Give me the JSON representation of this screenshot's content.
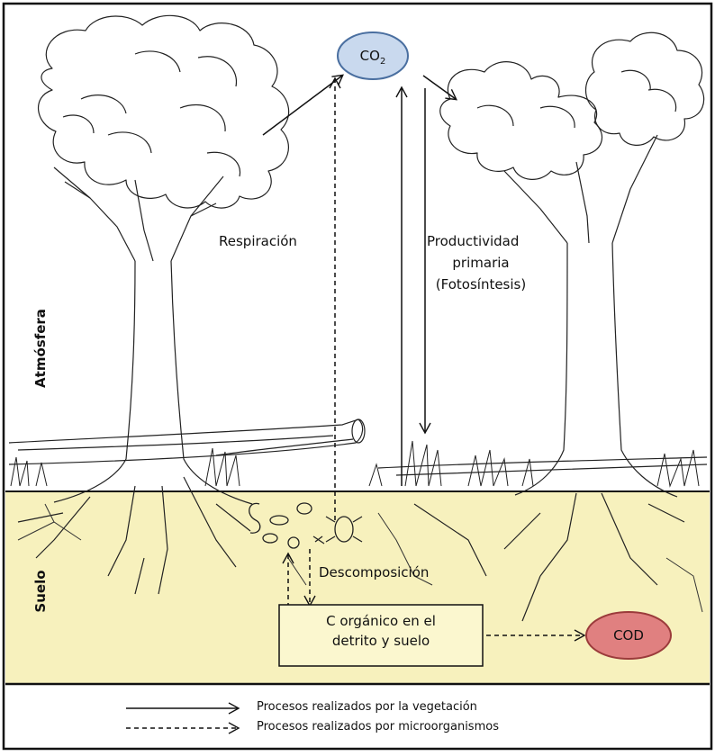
{
  "diagram": {
    "co2": {
      "text": "CO",
      "subscript": "2"
    },
    "cod": "COD",
    "respiration": "Respiración",
    "productivity": [
      "Productividad",
      "primaria",
      "(Fotosíntesis)"
    ],
    "decomposition": "Descomposición",
    "carbon_box": [
      "C orgánico en el",
      "detrito y suelo"
    ],
    "atmosphere_label": "Atmósfera",
    "soil_label": "Suelo",
    "legend": [
      {
        "style": "solid",
        "text": "Procesos realizados por la vegetación"
      },
      {
        "style": "dashed",
        "text": "Procesos realizados por microorganismos"
      }
    ],
    "colors": {
      "soil": "#f7f1bd",
      "co2_fill": "#c9d9ee",
      "co2_stroke": "#4a6fa0",
      "cod_fill": "#e08080",
      "cod_stroke": "#9b3b3b",
      "box_fill": "#fbf7cf"
    }
  }
}
